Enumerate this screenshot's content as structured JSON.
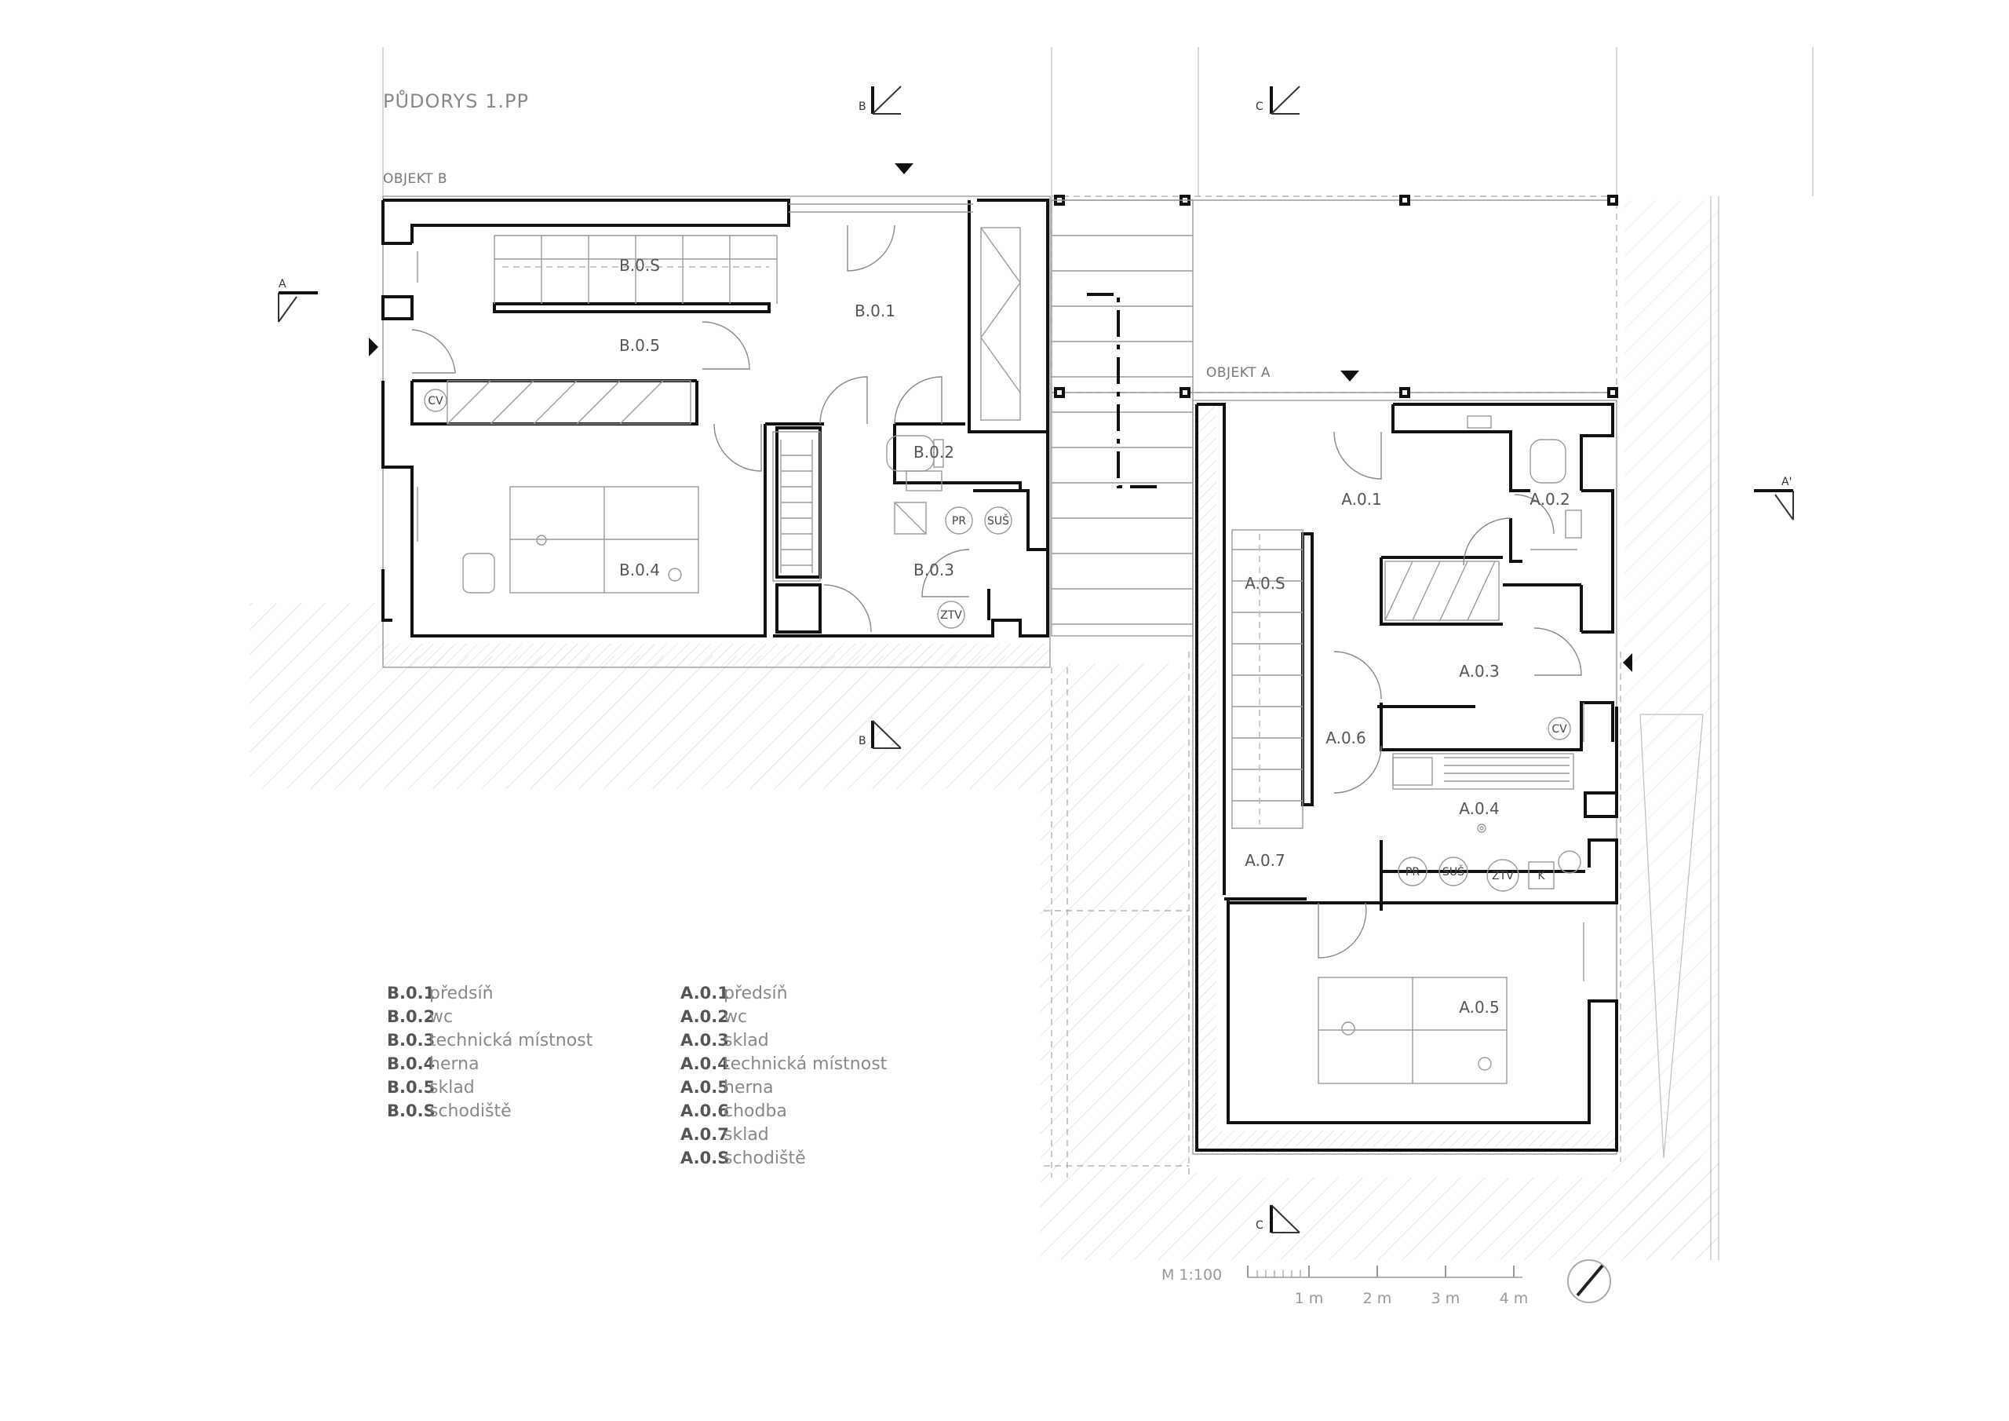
{
  "title": "PŮDORYS 1.PP",
  "objects": {
    "b": "OBJEKT B",
    "a": "OBJEKT A"
  },
  "sections": {
    "a": "A",
    "a2": "A'",
    "b": "B",
    "c": "C"
  },
  "rooms": {
    "B01": "B.0.1",
    "B02": "B.0.2",
    "B03": "B.0.3",
    "B04": "B.0.4",
    "B05": "B.0.5",
    "B0S": "B.0.S",
    "A01": "A.0.1",
    "A02": "A.0.2",
    "A03": "A.0.3",
    "A04": "A.0.4",
    "A05": "A.0.5",
    "A06": "A.0.6",
    "A07": "A.0.7",
    "A0S": "A.0.S"
  },
  "fixtures": {
    "cv": "CV",
    "pr": "PR",
    "sus": "SUŠ",
    "ztv": "ZTV",
    "k": "K"
  },
  "legend_b": [
    {
      "code": "B.0.1",
      "name": "předsíň"
    },
    {
      "code": "B.0.2",
      "name": "wc"
    },
    {
      "code": "B.0.3",
      "name": "technická místnost"
    },
    {
      "code": "B.0.4",
      "name": "herna"
    },
    {
      "code": "B.0.5",
      "name": "sklad"
    },
    {
      "code": "B.0.S",
      "name": "schodiště"
    }
  ],
  "legend_a": [
    {
      "code": "A.0.1",
      "name": "předsíň"
    },
    {
      "code": "A.0.2",
      "name": "wc"
    },
    {
      "code": "A.0.3",
      "name": "sklad"
    },
    {
      "code": "A.0.4",
      "name": "technická místnost"
    },
    {
      "code": "A.0.5",
      "name": "herna"
    },
    {
      "code": "A.0.6",
      "name": "chodba"
    },
    {
      "code": "A.0.7",
      "name": "sklad"
    },
    {
      "code": "A.0.S",
      "name": "schodiště"
    }
  ],
  "scale": {
    "label": "M 1:100",
    "ticks": [
      "1 m",
      "2 m",
      "3 m",
      "4 m"
    ]
  }
}
